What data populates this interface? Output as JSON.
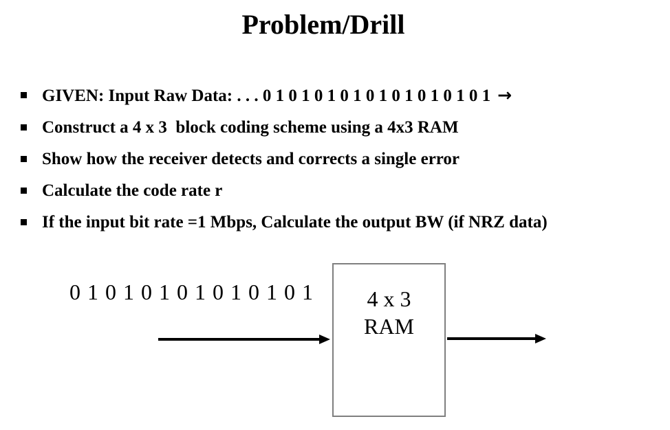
{
  "slide": {
    "title": "Problem/Drill",
    "bullets": [
      {
        "text": "GIVEN: Input Raw Data: . . . 0 1 0 1 0 1 0 1 0 1 0 1 0 1 0 1 0 1",
        "trailing_arrow": "→"
      },
      {
        "text": "Construct a 4 x 3  block coding scheme using a 4x3 RAM"
      },
      {
        "text": "Show how the receiver detects and corrects a single error"
      },
      {
        "text": "Calculate the code rate r"
      },
      {
        "text": "If the input bit rate =1 Mbps, Calculate the output BW (if NRZ data)"
      }
    ],
    "diagram": {
      "input_bits": "0 1 0 1 0 1 0 1 0 1 0 1 0 1",
      "box_label_line1": "4 x 3",
      "box_label_line2": "RAM"
    },
    "colors": {
      "text": "#000000",
      "background": "#ffffff",
      "box_border": "#7f7f7f",
      "arrow": "#000000"
    }
  }
}
